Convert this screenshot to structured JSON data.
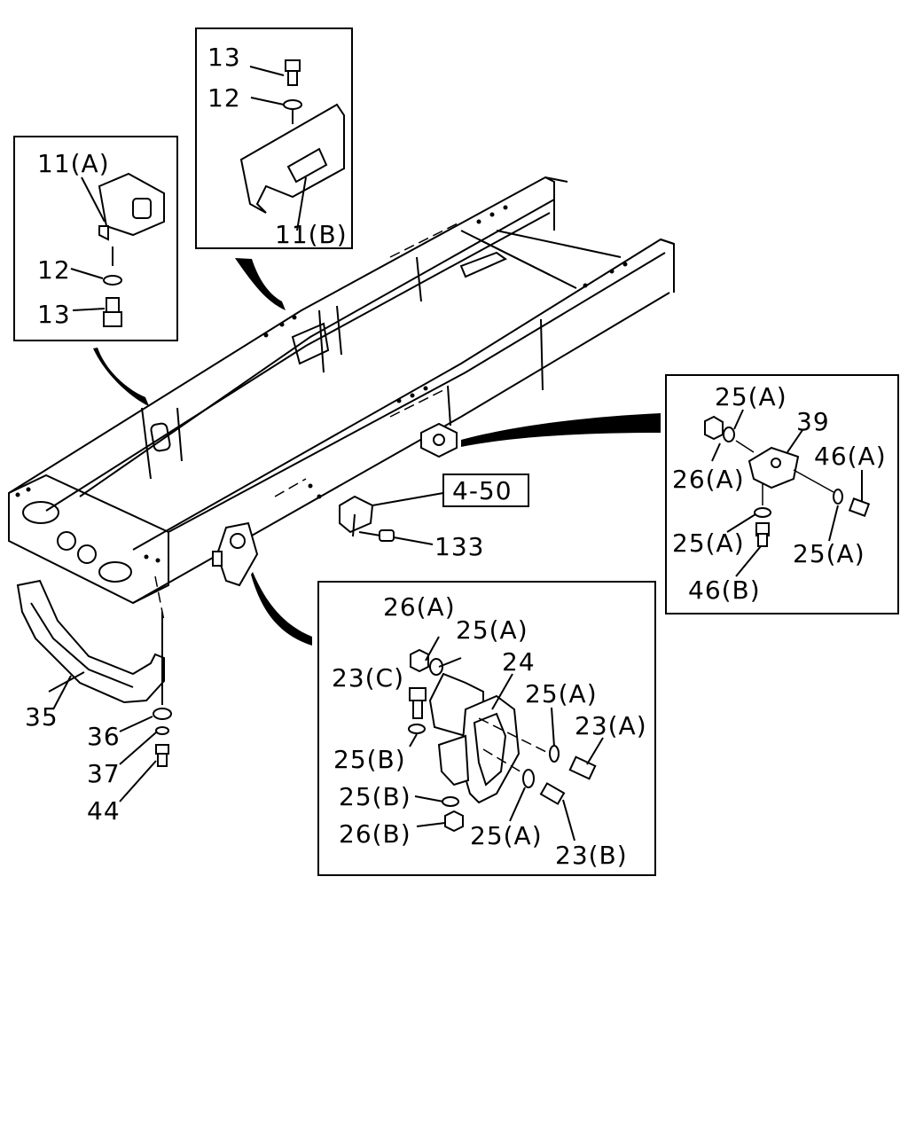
{
  "inset_left": {
    "callouts": [
      "11(A)",
      "12",
      "13"
    ]
  },
  "inset_top": {
    "callouts": [
      "13",
      "12",
      "11(B)"
    ]
  },
  "inset_right": {
    "callouts": [
      "25(A)",
      "39",
      "26(A)",
      "46(A)",
      "25(A)",
      "25(A)",
      "46(B)"
    ]
  },
  "inset_bottom": {
    "callouts": [
      "26(A)",
      "25(A)",
      "24",
      "23(C)",
      "25(A)",
      "23(A)",
      "25(B)",
      "25(B)",
      "26(B)",
      "25(A)",
      "23(B)"
    ]
  },
  "main": {
    "ref_box": "4-50",
    "callouts": [
      "133",
      "35",
      "36",
      "37",
      "44"
    ]
  }
}
